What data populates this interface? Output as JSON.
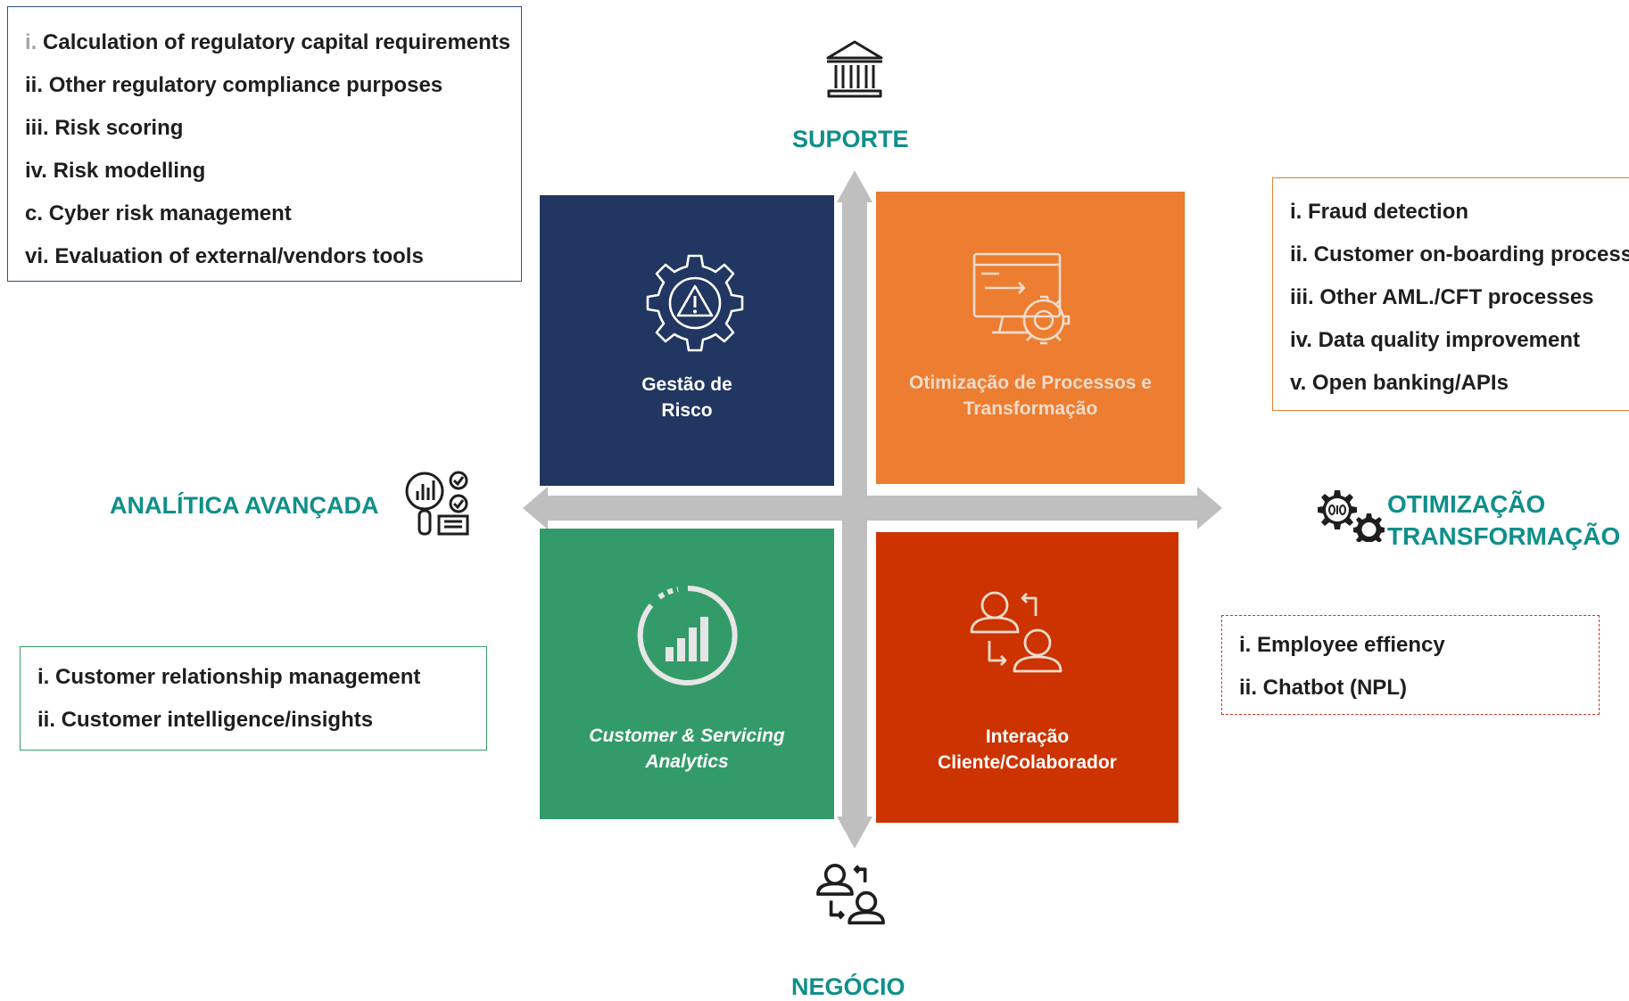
{
  "axes": {
    "top": "SUPORTE",
    "bottom": "NEGÓCIO",
    "left": "ANALÍTICA AVANÇADA",
    "right": "OTIMIZAÇÃO\nTRANSFORMAÇÃO"
  },
  "quadrants": {
    "risk": {
      "label": "Gestão de\nRisco",
      "color": "#213661",
      "icon": "gear-warning-icon"
    },
    "process": {
      "label": "Otimização de  Processos e\nTransformação",
      "color": "#ed7d31",
      "icon": "monitor-gear-icon"
    },
    "customer": {
      "label": "Customer & Servicing\nAnalytics",
      "color": "#339b6a",
      "icon": "bar-chart-circle-icon"
    },
    "interaction": {
      "label": "Interação\nCliente/Colaborador",
      "color": "#cc3300",
      "icon": "people-exchange-icon"
    }
  },
  "lists": {
    "risk": [
      {
        "prefix": "i.",
        "text": "Calculation of regulatory capital requirements"
      },
      {
        "prefix": "ii.",
        "text": "Other regulatory compliance purposes"
      },
      {
        "prefix": "iii.",
        "text": "Risk scoring"
      },
      {
        "prefix": "iv.",
        "text": "Risk modelling"
      },
      {
        "prefix": "c.",
        "text": "Cyber risk management"
      },
      {
        "prefix": "vi.",
        "text": "Evaluation of external/vendors tools"
      }
    ],
    "process": [
      "i. Fraud detection",
      "ii. Customer on-boarding process",
      "iii. Other AML./CFT processes",
      "iv. Data quality improvement",
      "v. Open banking/APIs"
    ],
    "customer": [
      "i. Customer relationship management",
      "ii. Customer intelligence/insights"
    ],
    "interaction": [
      "i. Employee effiency",
      "ii. Chatbot (NPL)"
    ]
  },
  "icons": {
    "top": "bank-icon",
    "bottom": "people-exchange-icon",
    "left": "analytics-magnifier-icon",
    "right": "gears-binary-icon"
  },
  "colors": {
    "axis_text": "#0f8f8a",
    "arrow": "#bfbfbf"
  }
}
